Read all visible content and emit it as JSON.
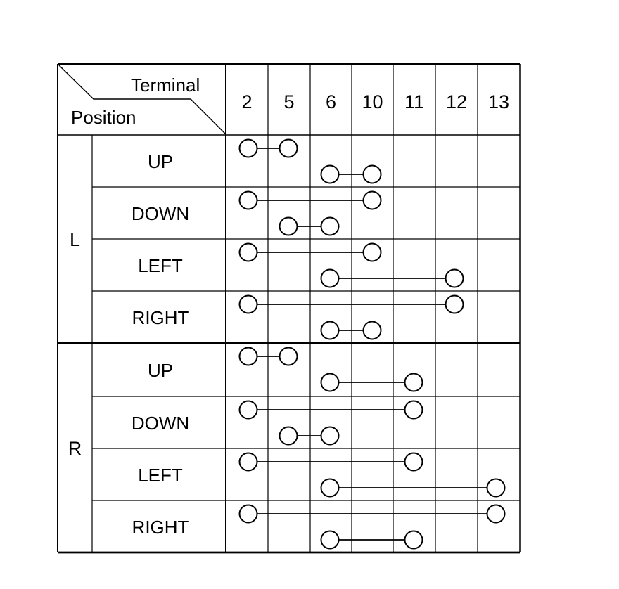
{
  "header": {
    "terminal_label": "Terminal",
    "position_label": "Position"
  },
  "terminals": [
    "2",
    "5",
    "6",
    "10",
    "11",
    "12",
    "13"
  ],
  "sides": [
    {
      "label": "L",
      "positions": [
        {
          "label": "UP",
          "connections": [
            [
              "2",
              "5"
            ],
            [
              "6",
              "10"
            ]
          ]
        },
        {
          "label": "DOWN",
          "connections": [
            [
              "2",
              "10"
            ],
            [
              "5",
              "6"
            ]
          ]
        },
        {
          "label": "LEFT",
          "connections": [
            [
              "2",
              "10"
            ],
            [
              "6",
              "12"
            ]
          ]
        },
        {
          "label": "RIGHT",
          "connections": [
            [
              "2",
              "12"
            ],
            [
              "6",
              "10"
            ]
          ]
        }
      ]
    },
    {
      "label": "R",
      "positions": [
        {
          "label": "UP",
          "connections": [
            [
              "2",
              "5"
            ],
            [
              "6",
              "11"
            ]
          ]
        },
        {
          "label": "DOWN",
          "connections": [
            [
              "2",
              "11"
            ],
            [
              "5",
              "6"
            ]
          ]
        },
        {
          "label": "LEFT",
          "connections": [
            [
              "2",
              "11"
            ],
            [
              "6",
              "13"
            ]
          ]
        },
        {
          "label": "RIGHT",
          "connections": [
            [
              "2",
              "13"
            ],
            [
              "6",
              "11"
            ]
          ]
        }
      ]
    }
  ]
}
